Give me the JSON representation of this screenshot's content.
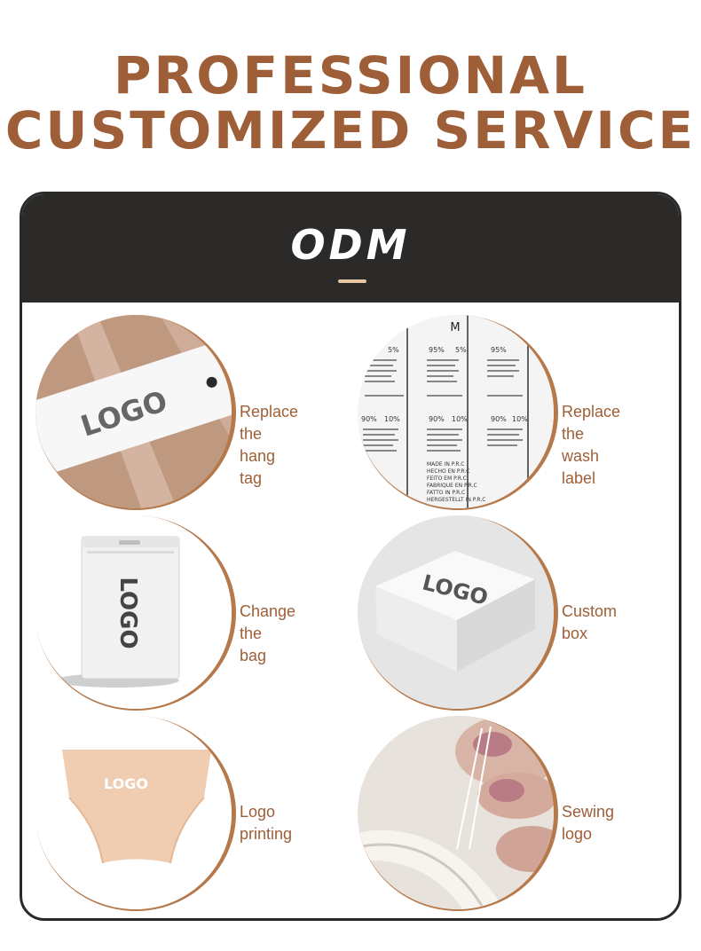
{
  "headline": {
    "line1": "PROFESSIONAL",
    "line2": "CUSTOMIZED SERVICE"
  },
  "card": {
    "title": "ODM"
  },
  "items": [
    {
      "label_l1": "Replace the",
      "label_l2": "hang tag",
      "img_text": "LOGO"
    },
    {
      "label_l1": "Replace the",
      "label_l2": "wash label",
      "img_text": "M"
    },
    {
      "label_l1": "Change the",
      "label_l2": "bag",
      "img_text": "LOGO"
    },
    {
      "label_l1": "Custom box",
      "label_l2": "",
      "img_text": "LOGO"
    },
    {
      "label_l1": "Logo printing",
      "label_l2": "",
      "img_text": "LOGO"
    },
    {
      "label_l1": "Sewing logo",
      "label_l2": "",
      "img_text": ""
    }
  ],
  "wash_label": {
    "pct_a": [
      "5%",
      "95%",
      "5%",
      "95%"
    ],
    "pct_b": [
      "90%",
      "10%",
      "90%",
      "10%",
      "90%",
      "10%"
    ],
    "made_in": [
      "MADE IN P.R.C",
      "HECHO EN P.R.C",
      "FEITO EM P.R.C",
      "FABRIQUE EN P.R.C",
      "FATTO IN P.R.C",
      "HERGESTELLT IN P.R.C"
    ]
  },
  "colors": {
    "accent": "#9e5e37",
    "ring": "#b6794c",
    "header": "#2b2a28",
    "bar": "#e7c6a2"
  }
}
